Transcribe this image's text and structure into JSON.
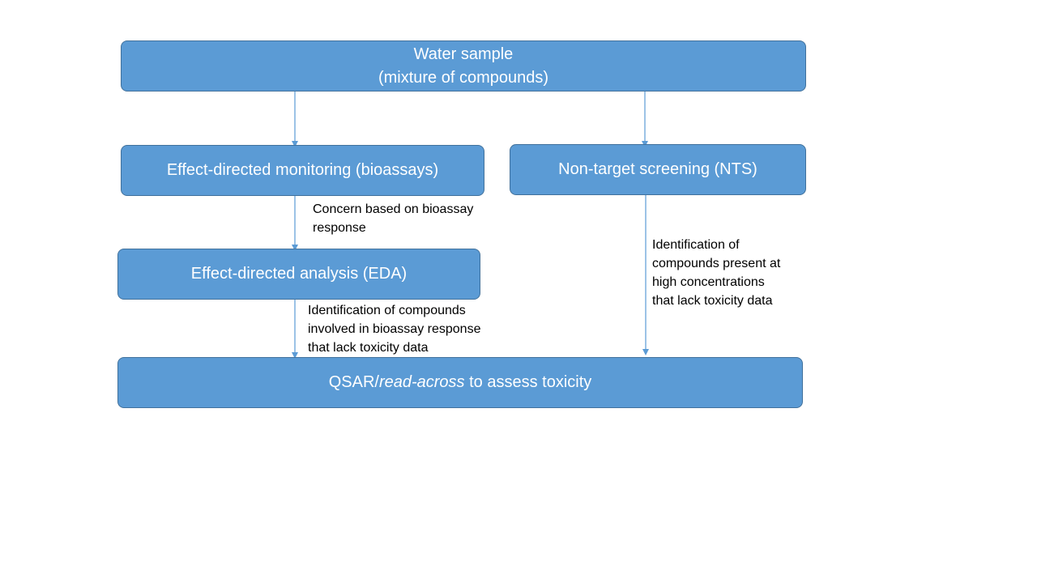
{
  "colors": {
    "box_fill": "#5b9bd5",
    "box_border": "#41719c",
    "arrow": "#5b9bd5",
    "box_text": "#ffffff",
    "note_text": "#000000"
  },
  "nodes": {
    "water_sample": {
      "line1": "Water sample",
      "line2": "(mixture of compounds)"
    },
    "effect_directed_monitoring": {
      "label": "Effect-directed monitoring (bioassays)"
    },
    "non_target_screening": {
      "label": "Non-target screening (NTS)"
    },
    "effect_directed_analysis": {
      "label": "Effect-directed analysis (EDA)"
    },
    "qsar": {
      "prefix": "QSAR/",
      "italic": "read-across",
      "suffix": " to assess toxicity"
    }
  },
  "edge_labels": {
    "concern": {
      "line1": "Concern based on bioassay",
      "line2": "response"
    },
    "eda_identification": {
      "line1": "Identification of compounds",
      "line2": "involved in bioassay response",
      "line3": "that lack toxicity data"
    },
    "nts_identification": {
      "line1": "Identification of",
      "line2": "compounds present at",
      "line3": "high concentrations",
      "line4": "that lack toxicity data"
    }
  },
  "edges": [
    {
      "from": "water_sample",
      "to": "effect_directed_monitoring"
    },
    {
      "from": "water_sample",
      "to": "non_target_screening"
    },
    {
      "from": "effect_directed_monitoring",
      "to": "effect_directed_analysis",
      "label": "concern"
    },
    {
      "from": "effect_directed_analysis",
      "to": "qsar",
      "label": "eda_identification"
    },
    {
      "from": "non_target_screening",
      "to": "qsar",
      "label": "nts_identification"
    }
  ]
}
